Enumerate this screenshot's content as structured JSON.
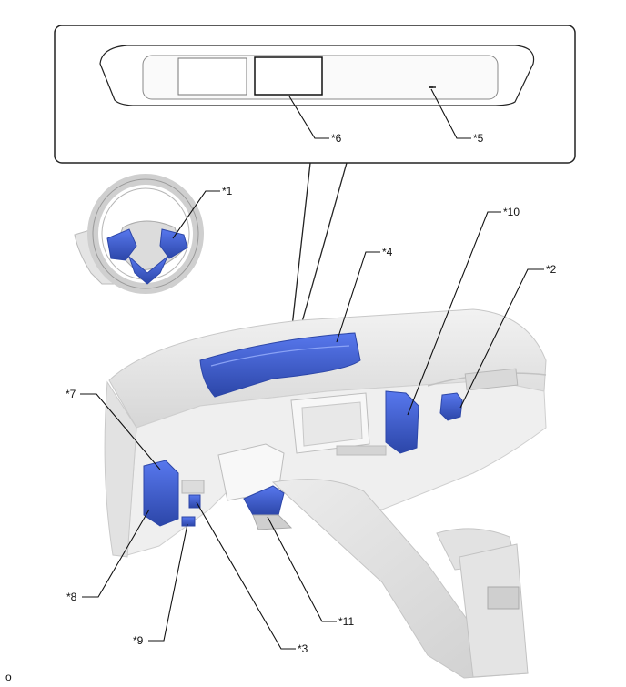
{
  "callouts": [
    {
      "id": "c1",
      "text": "*1"
    },
    {
      "id": "c2",
      "text": "*2"
    },
    {
      "id": "c3",
      "text": "*3"
    },
    {
      "id": "c4",
      "text": "*4"
    },
    {
      "id": "c5",
      "text": "*5"
    },
    {
      "id": "c6",
      "text": "*6"
    },
    {
      "id": "c7",
      "text": "*7"
    },
    {
      "id": "c8",
      "text": "*8"
    },
    {
      "id": "c9",
      "text": "*9"
    },
    {
      "id": "c10",
      "text": "*10"
    },
    {
      "id": "c11",
      "text": "*11"
    }
  ],
  "footer_code": "o",
  "colors": {
    "component_blue": "#3d5fd8",
    "component_blue_dark": "#2c46a8",
    "interior_light": "#e9e9e9",
    "interior_mid": "#d4d4d4",
    "line": "#222222"
  }
}
